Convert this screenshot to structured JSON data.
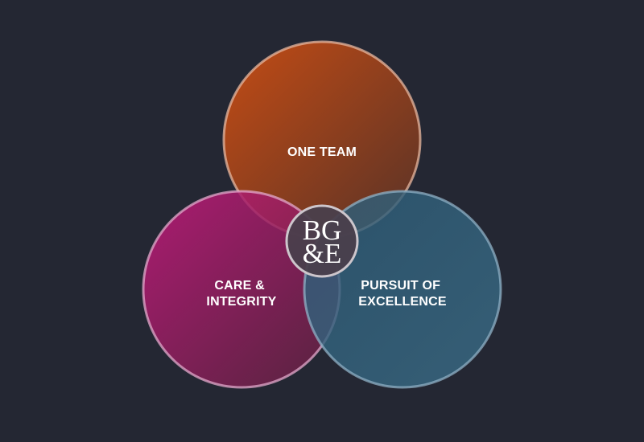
{
  "diagram": {
    "circles": [
      {
        "id": "top",
        "lines": [
          "ONE TEAM"
        ],
        "color_from": "#d14f12",
        "color_to": "#5c3326",
        "stroke": "#e8b8a0"
      },
      {
        "id": "left",
        "lines": [
          "CARE &",
          "INTEGRITY"
        ],
        "color_from": "#c4197c",
        "color_to": "#5e2340",
        "stroke": "#e3a9cc"
      },
      {
        "id": "right",
        "lines": [
          "PURSUIT OF",
          "EXCELLENCE"
        ],
        "color_from": "#2d5b76",
        "color_to": "#3a6b85",
        "stroke": "#8fb0c6"
      }
    ],
    "logo": {
      "line1": "BG",
      "line2": "&E",
      "fill": "#4a3f4c",
      "stroke": "#cdc6cc"
    }
  },
  "colors": {
    "background": "#242733",
    "text": "#ffffff"
  }
}
